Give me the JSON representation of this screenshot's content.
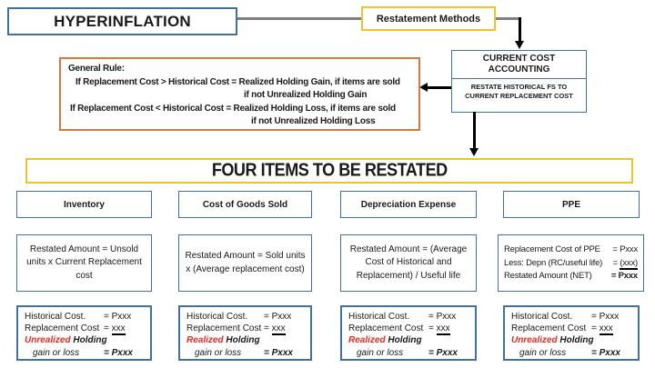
{
  "colors": {
    "blue_border": "#41719C",
    "yellow_border": "#F0C230",
    "orange_border": "#D4793A",
    "red_text": "#E02B20",
    "gray_connector": "#7f7f7f"
  },
  "header": {
    "hyperinflation": "HYPERINFLATION",
    "restatement_methods": "Restatement Methods"
  },
  "current_cost": {
    "title_lines": [
      "CURRENT COST",
      "ACCOUNTING"
    ],
    "body_lines": [
      "RESTATE HISTORICAL FS TO",
      "CURRENT REPLACEMENT COST"
    ]
  },
  "general_rule": {
    "lines": [
      "General Rule:",
      "If Replacement Cost > Historical Cost = Realized Holding Gain, if items are sold",
      "if not  Unrealized Holding Gain",
      "If Replacement Cost < Historical Cost = Realized Holding Loss, if items are sold",
      "if not Unrealized Holding Loss"
    ]
  },
  "four_items_title": "FOUR ITEMS TO BE RESTATED",
  "columns": [
    {
      "header": "Inventory",
      "formula": "Restated Amount = Unsold units x Current Replacement cost",
      "ledger": {
        "row1_label": "Historical Cost.",
        "row1_value": "= Pxxx",
        "row2_label": "Replacement Cost",
        "row2_eq": "=",
        "row2_num": "xxx",
        "row3_red": "Unrealized",
        "row3_rest": "Holding",
        "row4_label": "gain or loss",
        "row4_value": "= Pxxx"
      }
    },
    {
      "header": "Cost of Goods Sold",
      "formula": "Restated Amount = Sold units x (Average replacement cost)",
      "ledger": {
        "row1_label": "Historical Cost.",
        "row1_value": "= Pxxx",
        "row2_label": "Replacement Cost",
        "row2_eq": "=",
        "row2_num": "xxx",
        "row3_red": "Realized",
        "row3_rest": "Holding",
        "row4_label": "gain or loss",
        "row4_value": "= Pxxx"
      }
    },
    {
      "header": "Depreciation Expense",
      "formula": "Restated Amount = (Average Cost of Historical and Replacement) / Useful life",
      "ledger": {
        "row1_label": "Historical Cost.",
        "row1_value": "= Pxxx",
        "row2_label": "Replacement Cost",
        "row2_eq": "=",
        "row2_num": "xxx",
        "row3_red": "Realized",
        "row3_rest": "Holding",
        "row4_label": "gain or loss",
        "row4_value": "= Pxxx"
      }
    },
    {
      "header": "PPE",
      "formula_rows": [
        {
          "label": "Replacement Cost  of PPE",
          "value": "= Pxxx"
        },
        {
          "label": "Less: Depn (RC/useful life)",
          "eq": "=",
          "num": "(xxx)"
        },
        {
          "label": "Restated Amount (NET)",
          "value": "= Pxxx"
        }
      ],
      "ledger": {
        "row1_label": "Historical Cost.",
        "row1_value": "= Pxxx",
        "row2_label": "Replacement Cost",
        "row2_eq": "=",
        "row2_num": "xxx",
        "row3_red": "Unrealized",
        "row3_rest": "Holding",
        "row4_label": "gain or loss",
        "row4_value": "= Pxxx"
      }
    }
  ]
}
